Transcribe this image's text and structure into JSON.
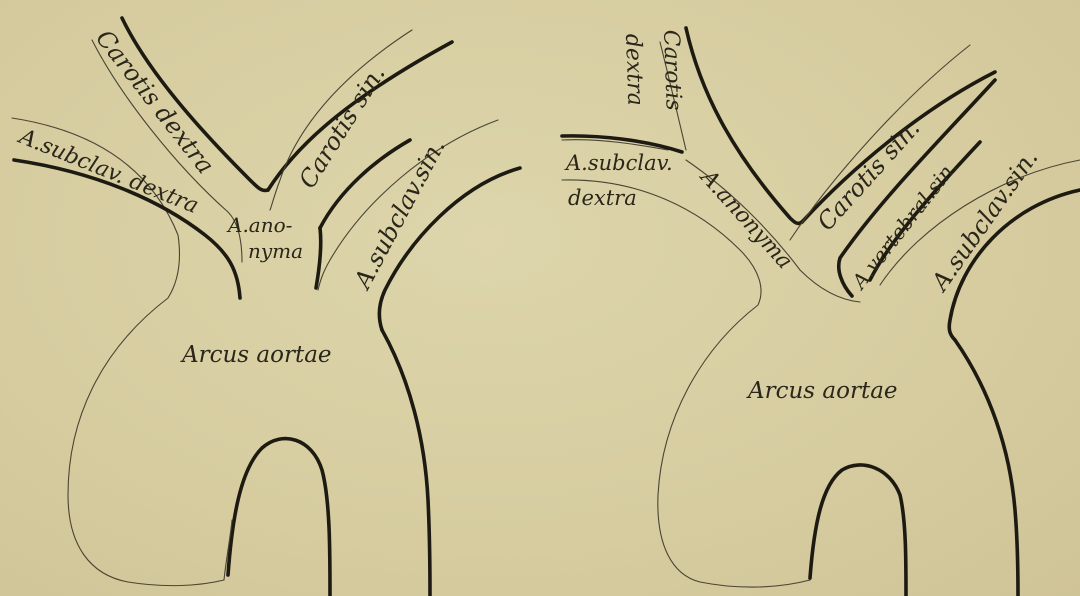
{
  "figures": [
    {
      "labels": {
        "carotis_dextra": "Carotis dextra",
        "carotis_sin": "Carotis sin.",
        "subclav_dextra": "A.subclav. dextra",
        "anonyma_1": "A.ano-",
        "anonyma_2": "nyma",
        "subclav_sin": "A.subclav.sin.",
        "arcus": "Arcus aortae"
      }
    },
    {
      "labels": {
        "carotis_1": "Carotis",
        "carotis_2": "dextra",
        "subclav_1": "A.subclav.",
        "subclav_2": "dextra",
        "anonyma": "A.anonyma",
        "carotis_sin": "Carotis sin.",
        "vertebral_sin": "A.vertebral.sin.",
        "subclav_sin": "A.subclav.sin.",
        "arcus": "Arcus aortae"
      }
    }
  ]
}
